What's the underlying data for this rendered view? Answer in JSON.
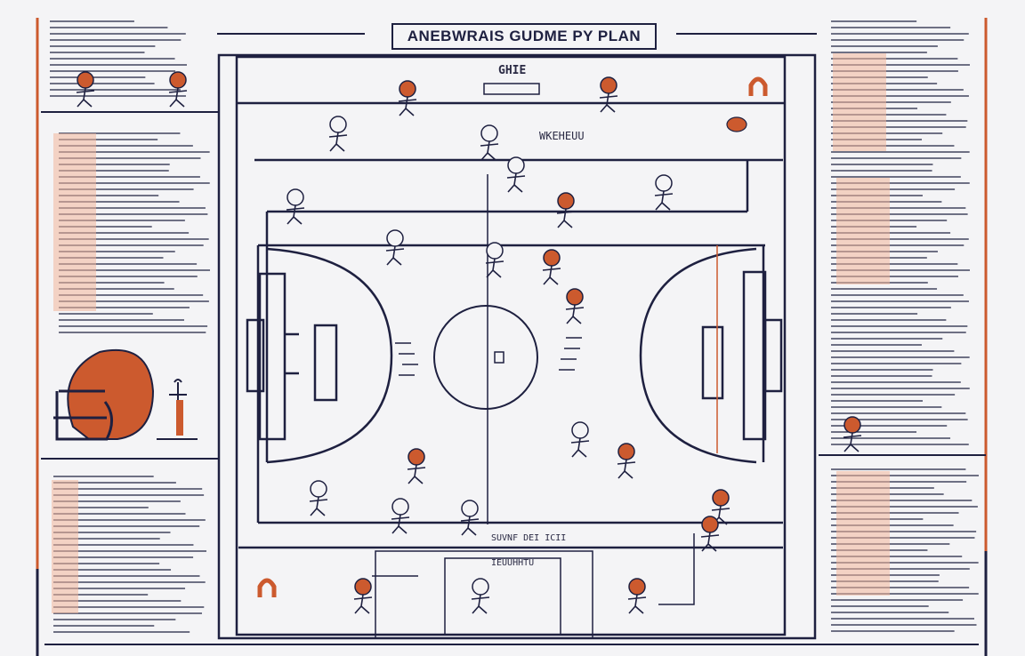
{
  "diagram": {
    "title": "ANEBWRAIS GUDME PY PLAN",
    "label_top": "WKEHEUU",
    "label_mid": "SUVNF DEI ICII",
    "label_low": "IEUUHHTU",
    "label_logo": "GHIE"
  },
  "colors": {
    "ink": "#1e2040",
    "accent": "#cc5a2e",
    "accent_light": "#f2b79a",
    "background": "#f4f4f6"
  },
  "icons": {
    "helmet": "football-helmet-icon",
    "ball": "football-icon",
    "player": "player-figure-icon"
  }
}
